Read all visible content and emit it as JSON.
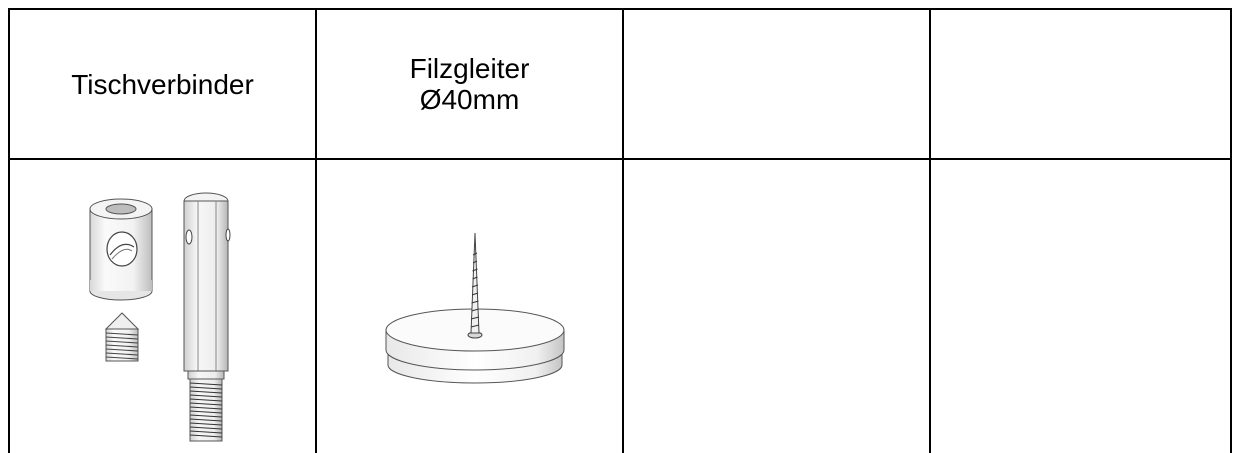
{
  "table": {
    "header": [
      "Tischverbinder",
      "Filzgleiter\nØ40mm",
      "",
      ""
    ],
    "images": [
      "table-connector-illustration",
      "felt-glide-illustration",
      "",
      ""
    ]
  }
}
